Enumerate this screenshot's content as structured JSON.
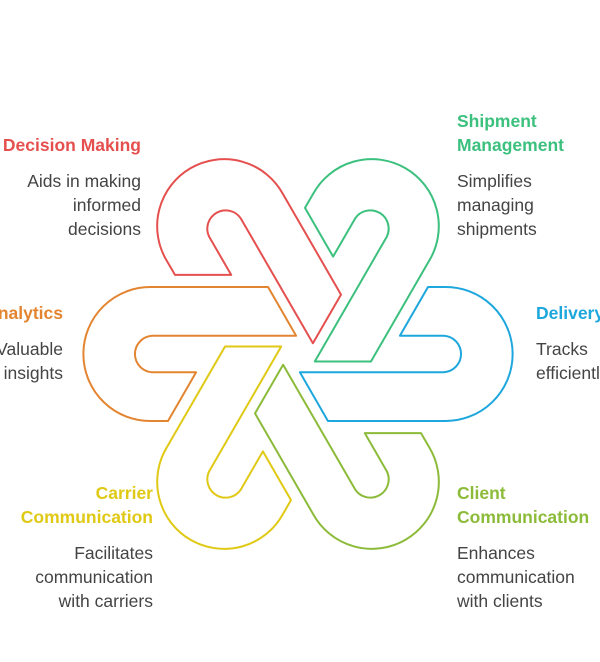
{
  "colors": {
    "decision": "#E5504F",
    "shipment": "#3CC07E",
    "delivery": "#1EA7DD",
    "client": "#8CBB3A",
    "carrier": "#E0C914",
    "analytics": "#E38530",
    "text": "#444444"
  },
  "items": {
    "decision": {
      "title": [
        "Decision Making"
      ],
      "desc": [
        "Aids in making",
        "informed",
        "decisions"
      ]
    },
    "shipment": {
      "title": [
        "Shipment",
        "Management"
      ],
      "desc": [
        "Simplifies",
        "managing",
        "shipments"
      ]
    },
    "analytics": {
      "title": [
        "Analytics"
      ],
      "desc": [
        "Valuable",
        "insights"
      ]
    },
    "delivery": {
      "title": [
        "Delivery"
      ],
      "desc": [
        "Tracks",
        "efficiently"
      ]
    },
    "carrier": {
      "title": [
        "Carrier",
        "Communication"
      ],
      "desc": [
        "Facilitates",
        "communication",
        "with carriers"
      ]
    },
    "client": {
      "title": [
        "Client",
        "Communication"
      ],
      "desc": [
        "Enhances",
        "communication",
        "with clients"
      ]
    }
  }
}
